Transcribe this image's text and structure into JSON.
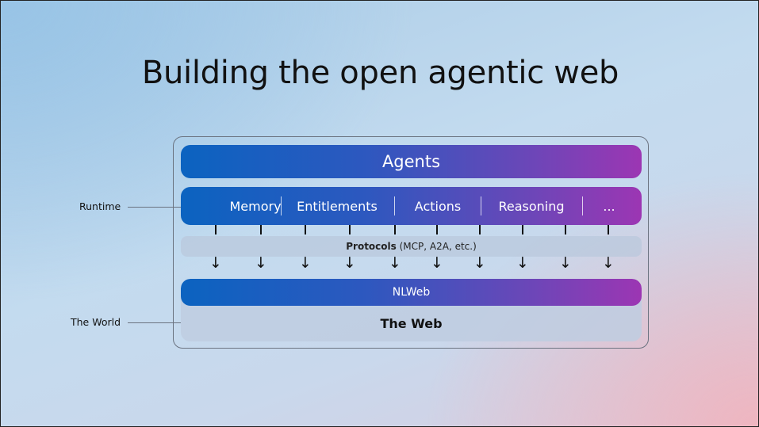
{
  "title": "Building the open agentic web",
  "diagram": {
    "agents_label": "Agents",
    "runtime_items": [
      {
        "label": "Memory"
      },
      {
        "label": "Entitlements"
      },
      {
        "label": "Actions"
      },
      {
        "label": "Reasoning"
      },
      {
        "label": "..."
      }
    ],
    "protocols_bold": "Protocols",
    "protocols_rest": " (MCP, A2A, etc.)",
    "nlweb_label": "NLWeb",
    "web_label": "The Web",
    "side_labels": {
      "runtime": "Runtime",
      "world": "The World"
    },
    "arrow_glyph": "↓",
    "arrow_count": 10
  },
  "colors": {
    "gradient_start": "#0b63c0",
    "gradient_end": "#9c36b3"
  }
}
